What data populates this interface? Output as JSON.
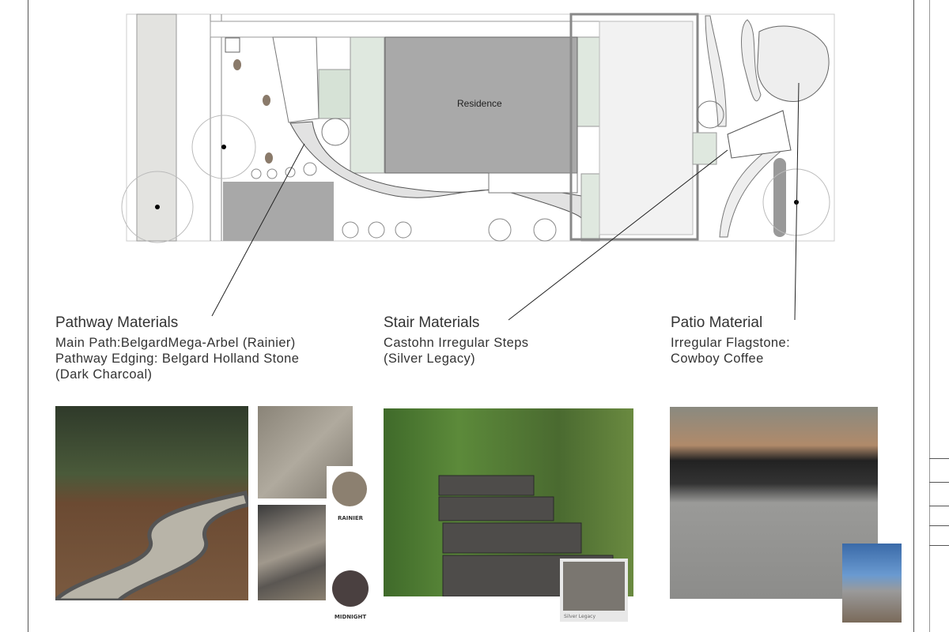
{
  "plan": {
    "residence_label": "Residence"
  },
  "callouts": [
    {
      "title": "Pathway Materials",
      "lines": [
        "Main Path:BelgardMega-Arbel (Rainier)",
        "Pathway Edging: Belgard Holland Stone",
        "(Dark Charcoal)"
      ]
    },
    {
      "title": "Stair Materials",
      "lines": [
        "Castohn Irregular Steps",
        "(Silver Legacy)"
      ]
    },
    {
      "title": "Patio Material",
      "lines": [
        "Irregular Flagstone:",
        "Cowboy Coffee"
      ]
    }
  ],
  "swatches": {
    "rainier": "RAINIER",
    "midnight": "MIDNIGHT",
    "silver_legacy": "Silver Legacy"
  },
  "colors": {
    "house": "#a9a9a9",
    "green_hatch": "#dfe8df",
    "paver": "#e6e6e6"
  }
}
